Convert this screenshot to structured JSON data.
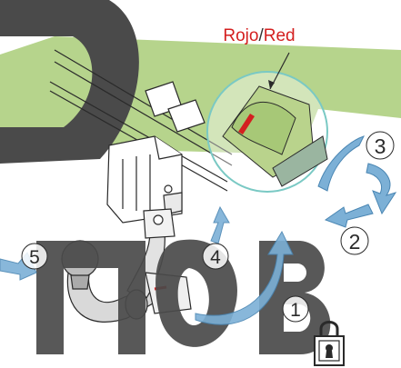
{
  "callout": {
    "label_es": "Rojo",
    "separator": "/",
    "label_en": "Red"
  },
  "steps": [
    "1",
    "2",
    "3",
    "4",
    "5"
  ],
  "colors": {
    "label_red": "#d42020",
    "watermark_gray": "#4a4a4a",
    "watermark_green": "#9fc36a",
    "arrow_blue": "#7cb0d6",
    "zoom_teal": "#7ac9c4",
    "line_dark": "#2a2a2a"
  },
  "icons": {
    "lock": "padlock-keyhole-icon"
  }
}
